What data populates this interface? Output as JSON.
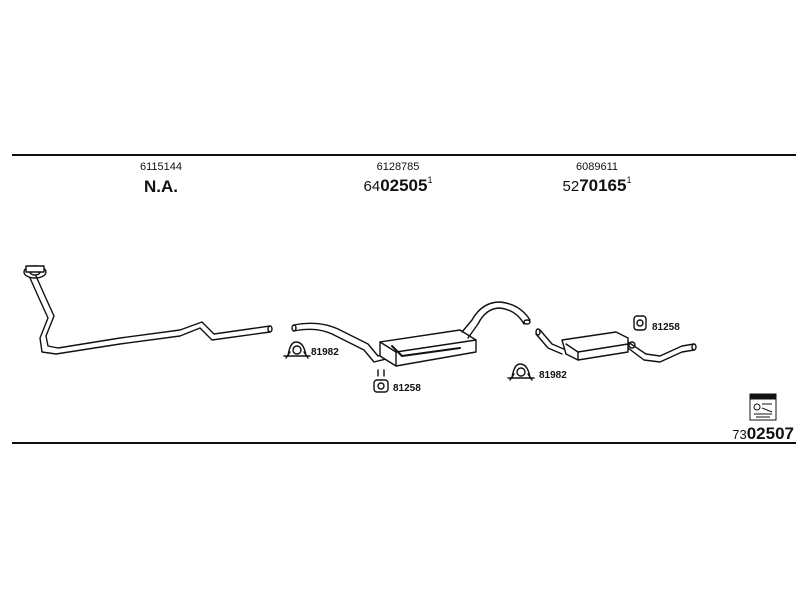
{
  "columns": [
    {
      "ref": "6115144",
      "code_prefix": "",
      "code_bold": "",
      "na": "N.A.",
      "footnote": ""
    },
    {
      "ref": "6128785",
      "code_prefix": "64",
      "code_bold": "02505",
      "na": "",
      "footnote": "1"
    },
    {
      "ref": "6089611",
      "code_prefix": "52",
      "code_bold": "70165",
      "na": "",
      "footnote": "1"
    }
  ],
  "parts": {
    "clamp_left": "81982",
    "rubber_mount_left": "81258",
    "clamp_right": "81982",
    "rubber_mount_right": "81258"
  },
  "footer": {
    "prefix": "73",
    "bold": "02507"
  },
  "icons": {
    "kit": "exhaust-kit-icon"
  }
}
